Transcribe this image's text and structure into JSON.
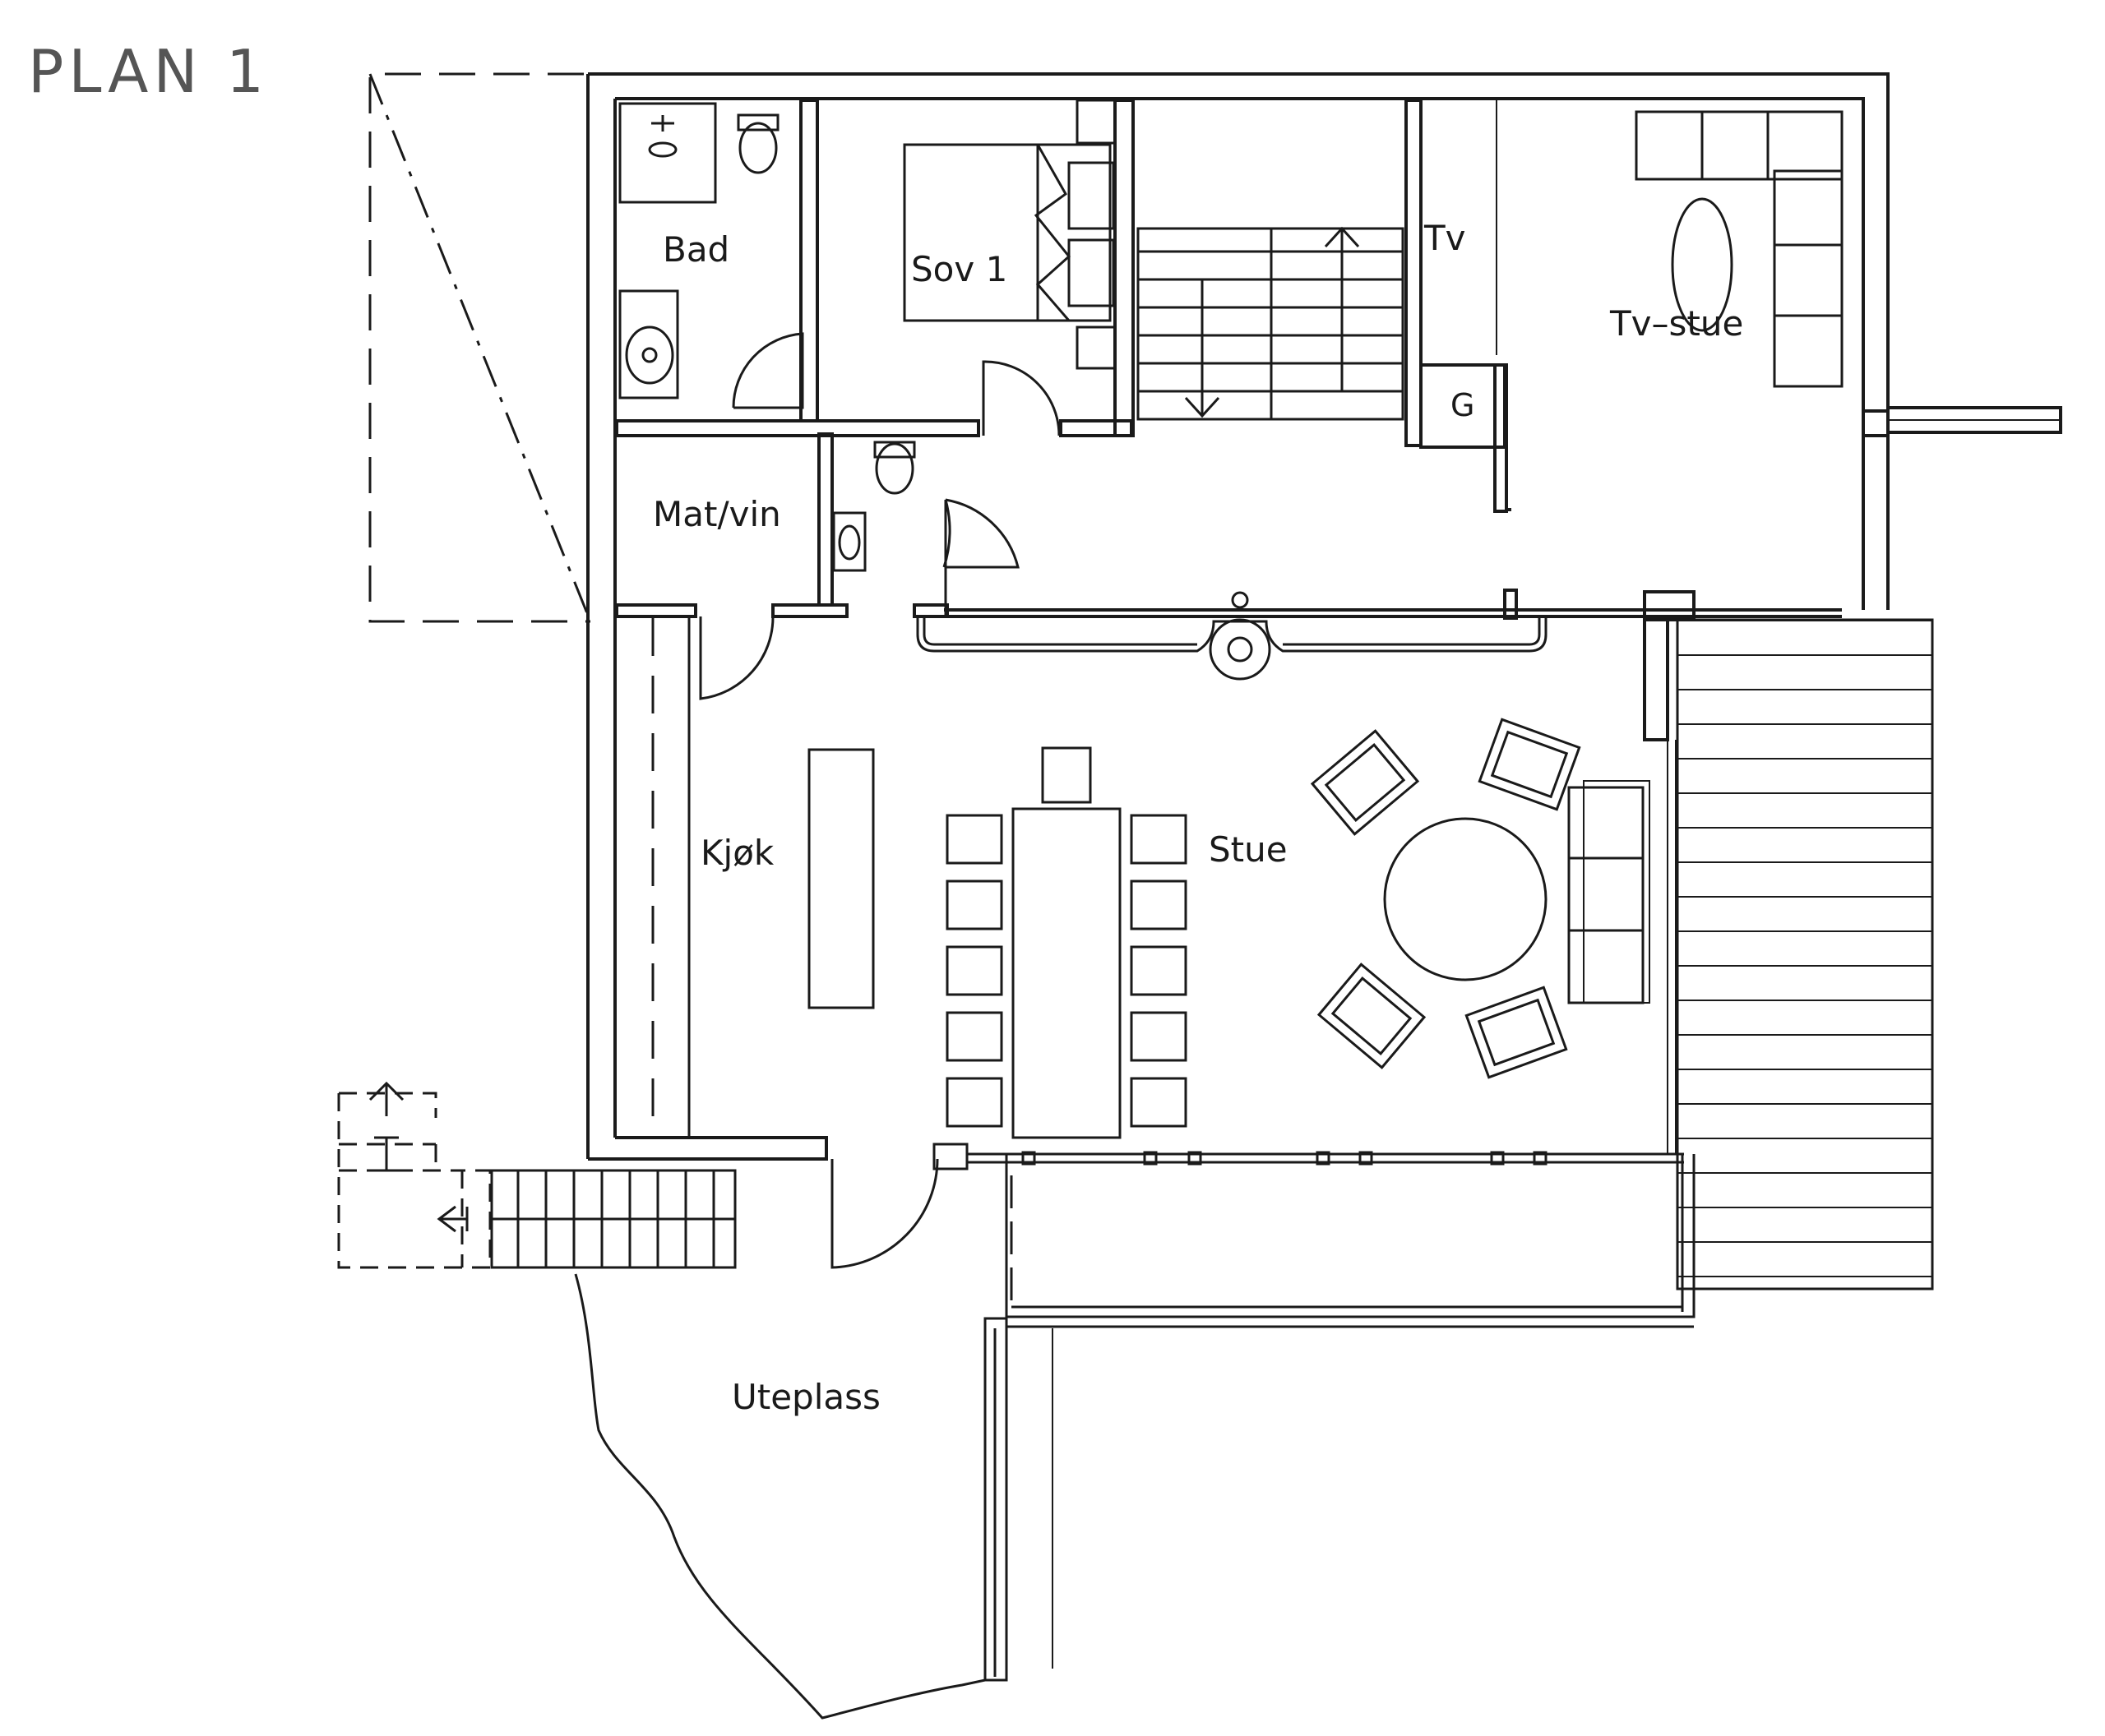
{
  "title": "PLAN 1",
  "rooms": {
    "bad": "Bad",
    "sov1": "Sov 1",
    "tv": "Tv",
    "tv_stue": "Tv–stue",
    "g": "G",
    "mat_vin": "Mat/vin",
    "kjok": "Kjøk",
    "stue": "Stue",
    "uteplass": "Uteplass"
  },
  "colors": {
    "line": "#1a1a1a",
    "title": "#555555",
    "background": "#ffffff"
  }
}
